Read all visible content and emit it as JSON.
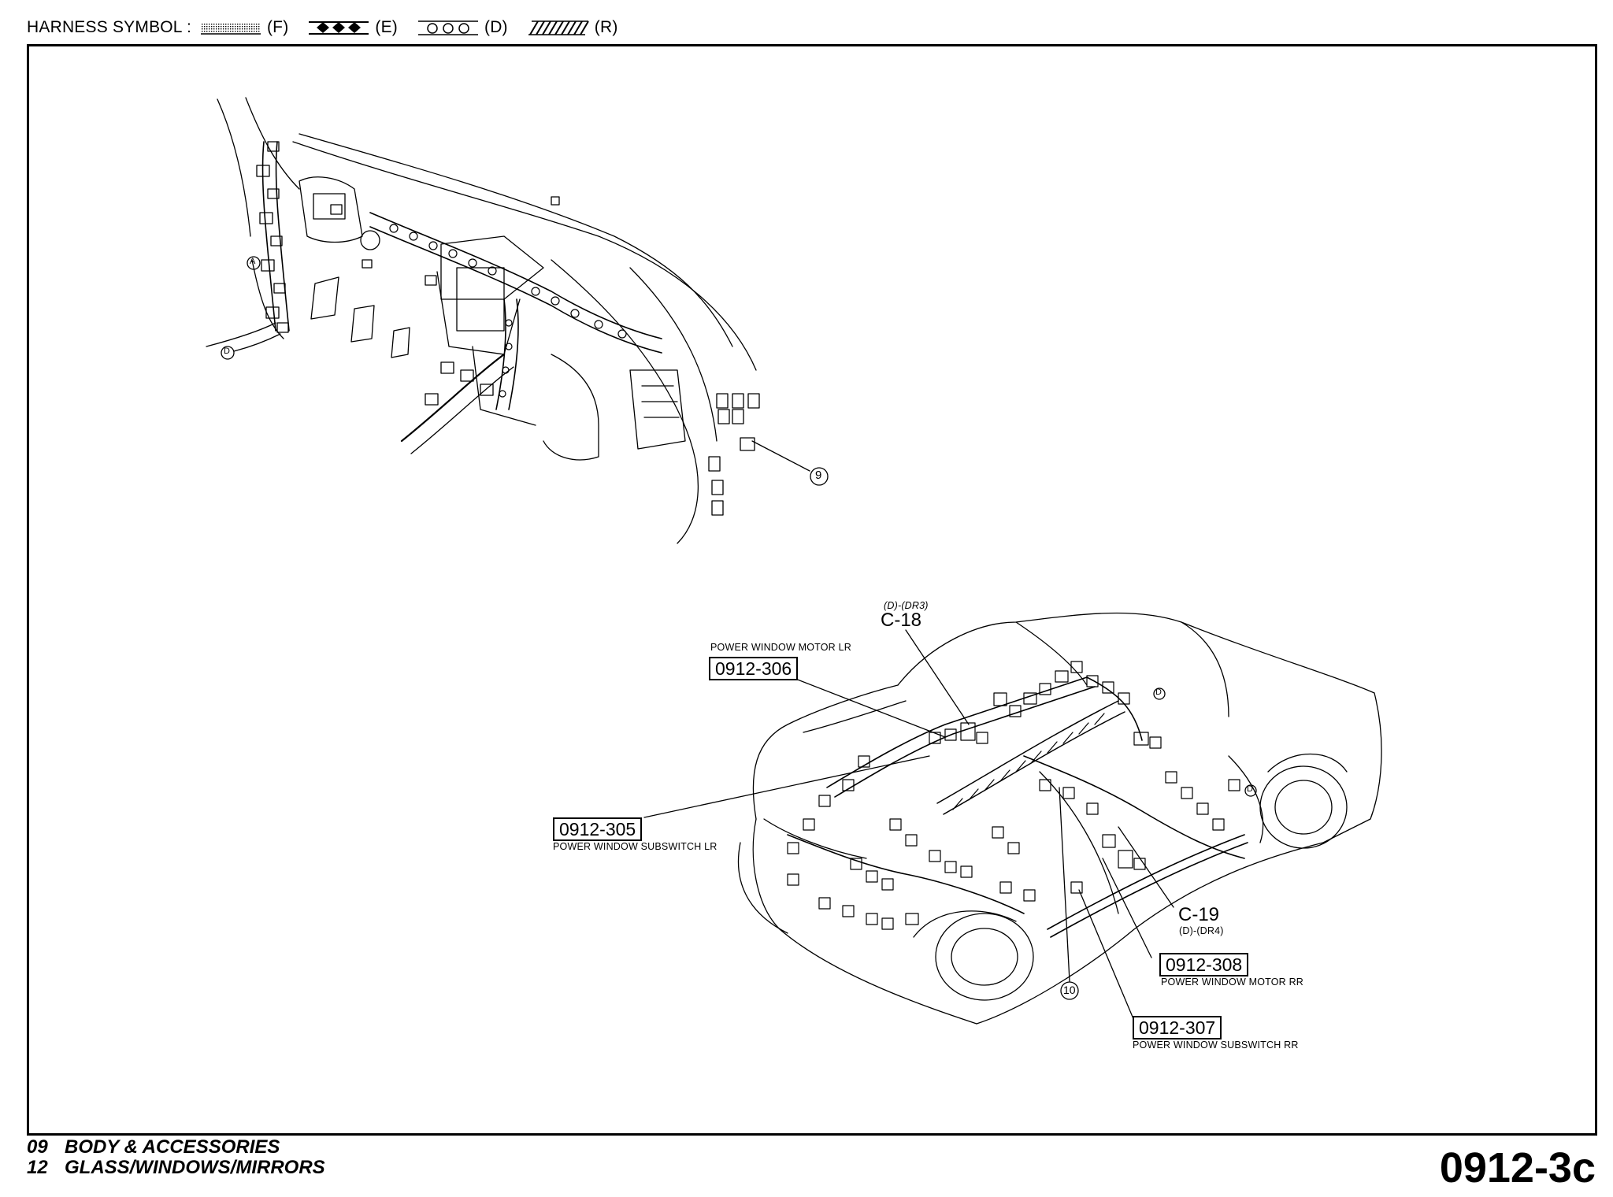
{
  "legend": {
    "title": "HARNESS SYMBOL :",
    "items": [
      {
        "code": "(F)",
        "symbol": "dotted-band"
      },
      {
        "code": "(E)",
        "symbol": "diamond-band"
      },
      {
        "code": "(D)",
        "symbol": "circle-band"
      },
      {
        "code": "(R)",
        "symbol": "hatched-band"
      }
    ]
  },
  "callouts": {
    "c18": {
      "sub": "(D)-(DR3)",
      "id": "C-18"
    },
    "c19": {
      "id": "C-19",
      "sub": "(D)-(DR4)"
    },
    "p306": {
      "caption": "POWER WINDOW MOTOR LR",
      "code": "0912-306"
    },
    "p305": {
      "code": "0912-305",
      "caption": "POWER WINDOW SUBSWITCH LR"
    },
    "p308": {
      "code": "0912-308",
      "caption": "POWER WINDOW MOTOR RR"
    },
    "p307": {
      "code": "0912-307",
      "caption": "POWER WINDOW SUBSWITCH RR"
    },
    "n9": "9",
    "n10": "10",
    "markA": "A",
    "markD1": "D",
    "markD2": "D",
    "markD3": "D"
  },
  "footer": {
    "line1": {
      "num": "09",
      "text": "BODY & ACCESSORIES"
    },
    "line2": {
      "num": "12",
      "text": "GLASS/WINDOWS/MIRRORS"
    },
    "page_code": "0912-3c"
  }
}
